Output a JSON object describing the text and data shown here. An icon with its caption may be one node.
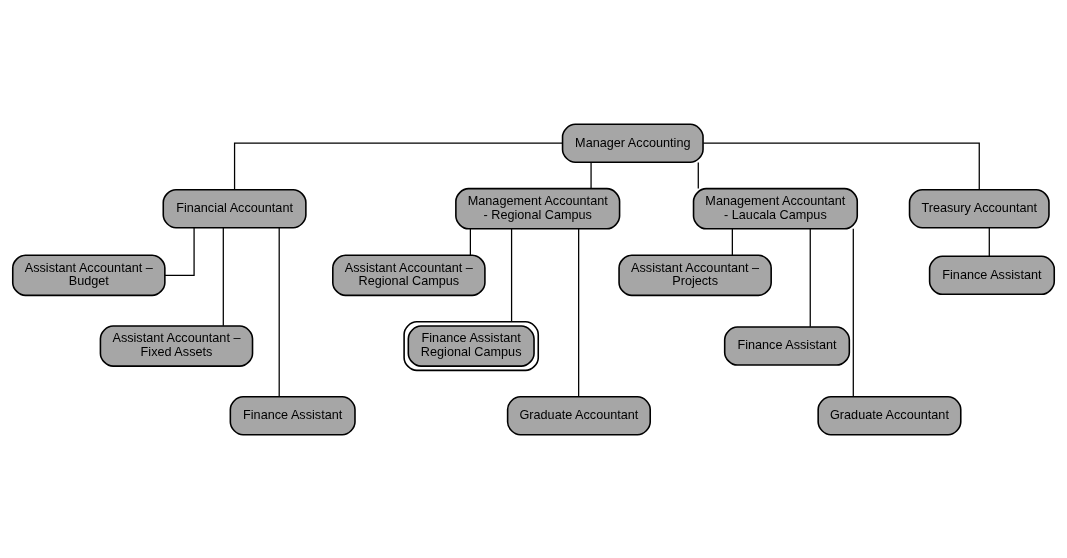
{
  "diagram": {
    "nodes": [
      {
        "text": [
          "Manager Accounting"
        ]
      },
      {
        "text": [
          "Financial Accountant"
        ]
      },
      {
        "text": [
          "Management Accountant - Regional Campus"
        ]
      },
      {
        "text": [
          "Management Accountant - Laucala Campus"
        ]
      },
      {
        "text": [
          "Treasury Accountant"
        ]
      },
      {
        "text": [
          "Assistant Accountant – Budget"
        ]
      },
      {
        "text": [
          "Assistant Accountant – Fixed Assets"
        ]
      },
      {
        "text": [
          "Finance Assistant"
        ]
      },
      {
        "text": [
          "Assistant Accountant – Regional Campus"
        ]
      },
      {
        "text": [
          "Finance Assistant Regional Campus"
        ]
      },
      {
        "text": [
          "Graduate Accountant"
        ]
      },
      {
        "text": [
          "Assistant Accountant – Projects"
        ]
      },
      {
        "text": [
          "Finance Assistant"
        ]
      },
      {
        "text": [
          "Graduate Accountant"
        ]
      },
      {
        "text": [
          "Finance Assistant"
        ]
      }
    ],
    "edges": [
      {
        "from": 0,
        "to": 1,
        "arrow": "none"
      },
      {
        "from": 0,
        "to": 2,
        "arrow": "none"
      },
      {
        "from": 0,
        "to": 3,
        "arrow": "none"
      },
      {
        "from": 0,
        "to": 4,
        "arrow": "none"
      },
      {
        "from": 1,
        "to": 5,
        "arrow": "none"
      },
      {
        "from": 1,
        "to": 6,
        "arrow": "none"
      },
      {
        "from": 1,
        "to": 7,
        "arrow": "none"
      },
      {
        "from": 2,
        "to": 8,
        "arrow": "none"
      },
      {
        "from": 2,
        "to": 9,
        "arrow": "none"
      },
      {
        "from": 2,
        "to": 10,
        "arrow": "none"
      },
      {
        "from": 3,
        "to": 11,
        "arrow": "none"
      },
      {
        "from": 3,
        "to": 12,
        "arrow": "none"
      },
      {
        "from": 3,
        "to": 13,
        "arrow": "none"
      },
      {
        "from": 4,
        "to": 14,
        "arrow": "none"
      }
    ]
  }
}
